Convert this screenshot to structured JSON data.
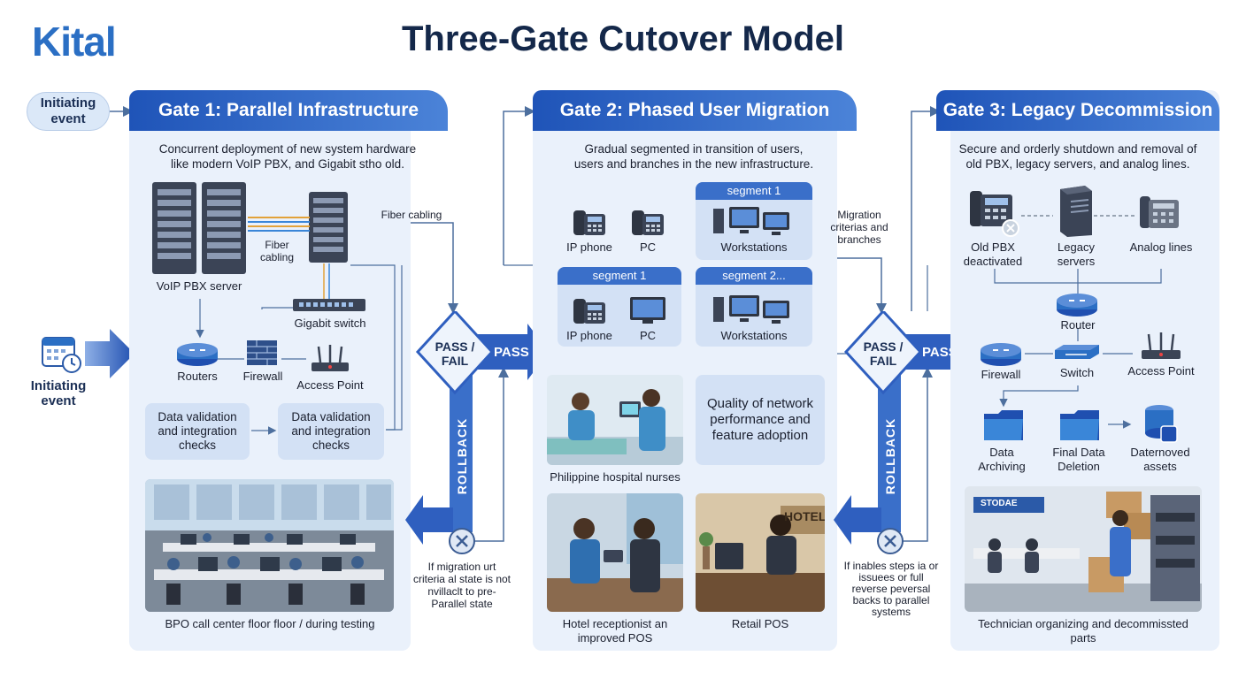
{
  "logo": "Kital",
  "title": "Three-Gate Cutover Model",
  "initiating_event_top": "Initiating event",
  "initiating_event_left": "Initiating event",
  "gate1": {
    "title": "Gate 1: Parallel Infrastructure",
    "description_line1": "Concurrent deployment of new system hardware",
    "description_line2": "like modern VoIP PBX, and Gigabit stho old.",
    "voip_label": "VoIP PBX server",
    "fiber_inner": "Fiber cabling",
    "fiber_outer": "Fiber cabling",
    "gigabit_label": "Gigabit switch",
    "routers_label": "Routers",
    "firewall_label": "Firewall",
    "access_point_label": "Access Point",
    "check1": "Data validation and integration checks",
    "check2": "Data validation and integration checks",
    "photo_caption": "BPO call center floor floor / during testing"
  },
  "decision1": {
    "diamond": "PASS / FAIL",
    "pass": "PASS",
    "rollback": "ROLLBACK",
    "note": "If migration urt criteria al state is not nvillaclt to pre-Parallel state"
  },
  "gate2": {
    "title": "Gate 2: Phased User Migration",
    "description_line1": "Gradual segmented in transition of users,",
    "description_line2": "users and branches in the new infrastructure.",
    "ip_phone_label": "IP phone",
    "pc_label": "PC",
    "segment_a": "segment 1",
    "segment_b": "segment 1",
    "segment_c": "segment 2...",
    "workstations_label": "Workstations",
    "migration_label": "Migration criterias and branches",
    "quality_text": "Quality of network performance and feature adoption",
    "photo1_caption": "Philippine hospital nurses",
    "photo2_caption": "Hotel receptionist an improved POS",
    "photo3_caption": "Retail POS",
    "hotel_sign": "HOTEL"
  },
  "decision2": {
    "diamond": "PASS / FAIL",
    "pass": "PASS",
    "rollback": "ROLLBACK",
    "note": "If inables steps ia or issuees or full reverse peversal backs to parallel systems"
  },
  "gate3": {
    "title": "Gate 3: Legacy Decommission",
    "description_line1": "Secure and orderly shutdown and removal of",
    "description_line2": "old PBX, legacy servers, and analog lines.",
    "old_pbx": "Old PBX deactivated",
    "legacy_servers": "Legacy servers",
    "analog_lines": "Analog lines",
    "router": "Router",
    "firewall": "Firewall",
    "switch": "Switch",
    "access_point": "Access Point",
    "archiving": "Data Archiving",
    "deletion": "Final Data Deletion",
    "removed_assets": "Daternoved assets",
    "store_sign": "STODAE",
    "photo_caption": "Technician organizing and decommissted parts"
  }
}
